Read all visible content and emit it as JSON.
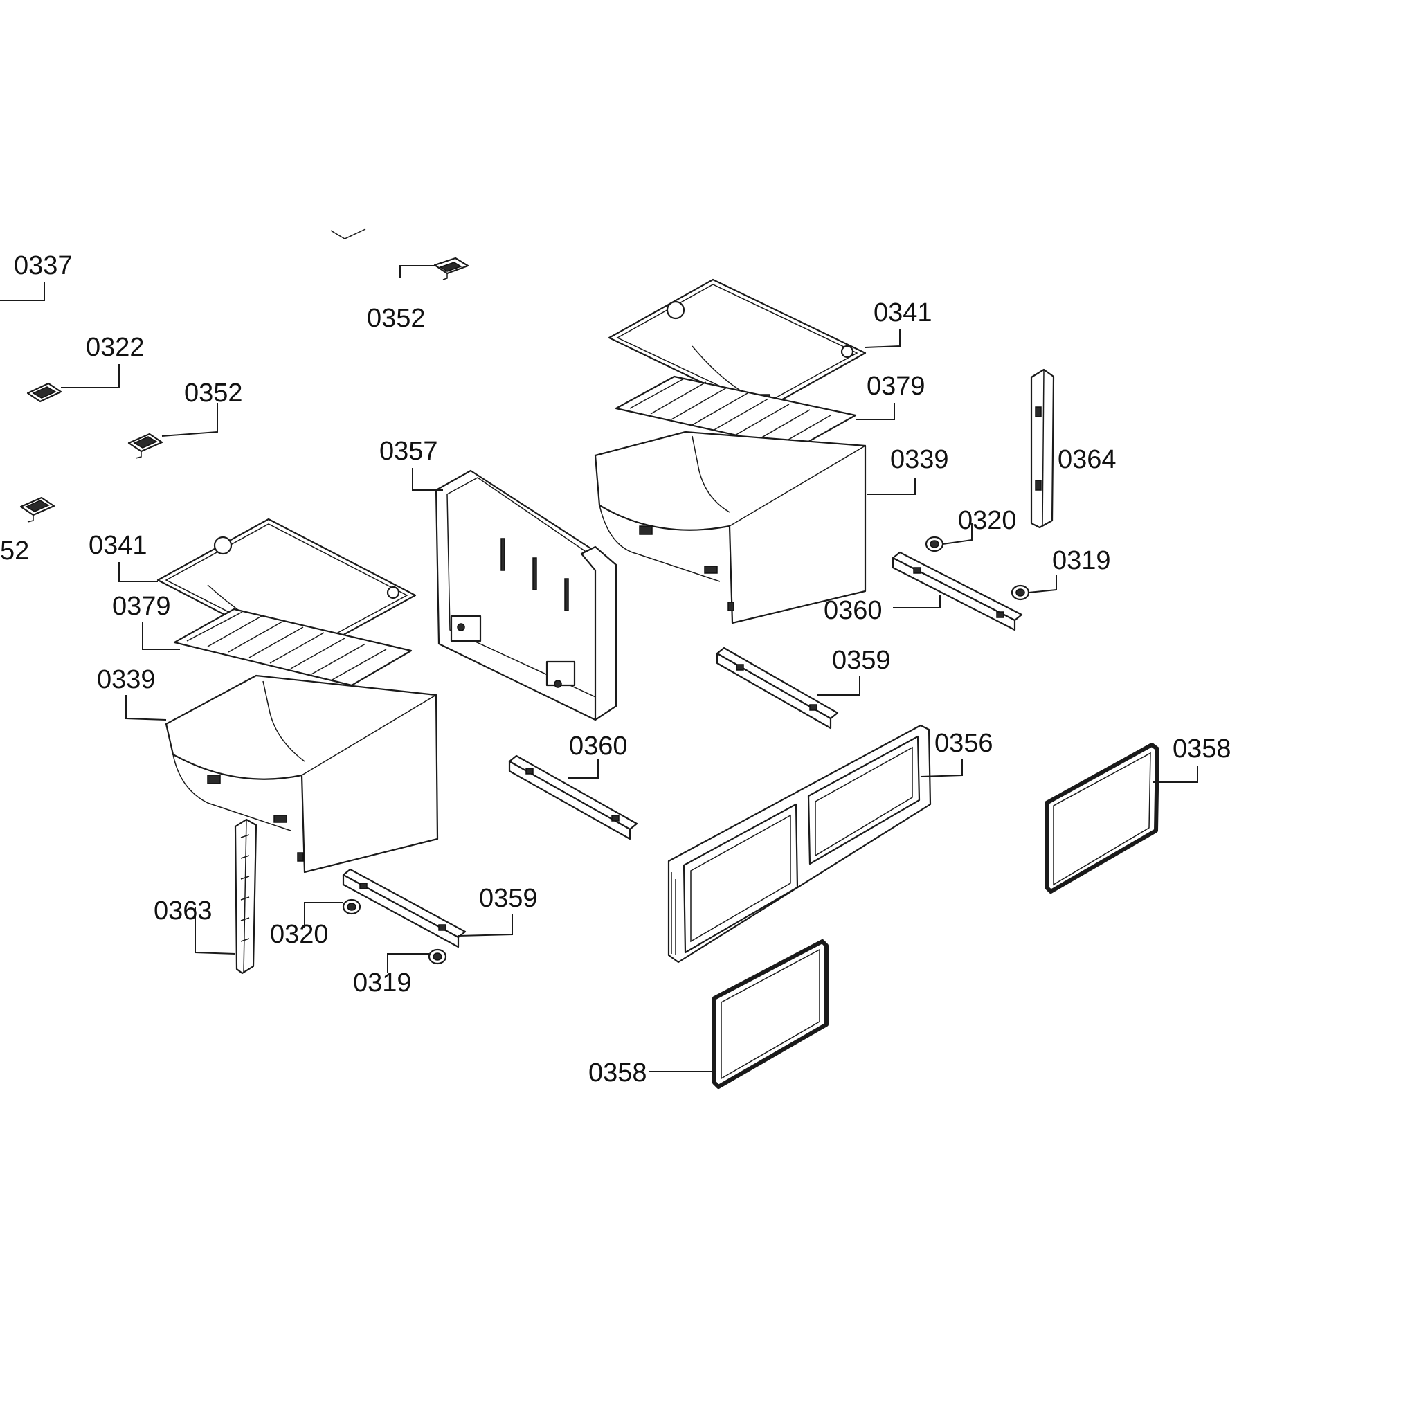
{
  "diagram": {
    "callouts": [
      {
        "id": "c0337",
        "label": "0337"
      },
      {
        "id": "c0322",
        "label": "0322"
      },
      {
        "id": "c0352a",
        "label": "0352"
      },
      {
        "id": "c0352b",
        "label": "0352"
      },
      {
        "id": "c0352c",
        "label": "52"
      },
      {
        "id": "c0341a",
        "label": "0341"
      },
      {
        "id": "c0379a",
        "label": "0379"
      },
      {
        "id": "c0339a",
        "label": "0339"
      },
      {
        "id": "c0357",
        "label": "0357"
      },
      {
        "id": "c0341b",
        "label": "0341"
      },
      {
        "id": "c0379b",
        "label": "0379"
      },
      {
        "id": "c0339b",
        "label": "0339"
      },
      {
        "id": "c0364",
        "label": "0364"
      },
      {
        "id": "c0320a",
        "label": "0320"
      },
      {
        "id": "c0319a",
        "label": "0319"
      },
      {
        "id": "c0360a",
        "label": "0360"
      },
      {
        "id": "c0359a",
        "label": "0359"
      },
      {
        "id": "c0360b",
        "label": "0360"
      },
      {
        "id": "c0356",
        "label": "0356"
      },
      {
        "id": "c0358a",
        "label": "0358"
      },
      {
        "id": "c0363",
        "label": "0363"
      },
      {
        "id": "c0320b",
        "label": "0320"
      },
      {
        "id": "c0359b",
        "label": "0359"
      },
      {
        "id": "c0319b",
        "label": "0319"
      },
      {
        "id": "c0358b",
        "label": "0358"
      }
    ]
  }
}
